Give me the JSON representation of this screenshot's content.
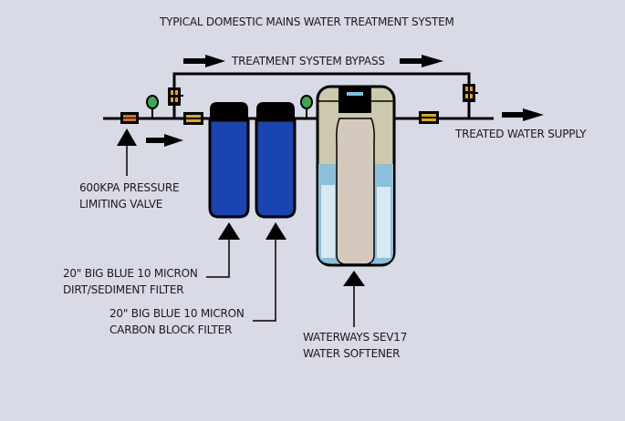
{
  "title": "TYPICAL DOMESTIC MAINS WATER TREATMENT SYSTEM",
  "bypass_label": "TREATMENT SYSTEM BYPASS",
  "outlet_label": "TREATED WATER SUPPLY",
  "components": {
    "pressure_valve": {
      "line1": "600KPA PRESSURE",
      "line2": "LIMITING VALVE"
    },
    "sediment_filter": {
      "line1": "20\" BIG BLUE 10 MICRON",
      "line2": "DIRT/SEDIMENT FILTER"
    },
    "carbon_filter": {
      "line1": "20\" BIG BLUE 10 MICRON",
      "line2": "CARBON BLOCK FILTER"
    },
    "softener": {
      "line1": "WATERWAYS SEV17",
      "line2": "WATER SOFTENER"
    }
  },
  "colors": {
    "background": "#d8dae6",
    "pipe": "#000000",
    "pressure_valve": "#d4702a",
    "isolation_valve": "#d9a917",
    "gauge": "#3fa84c",
    "filter_body": "#1a44b0",
    "softener_body": "#ccc9ad",
    "resin_tank": "#d5c8bd",
    "water": "#8cc0d8",
    "display": "#7ec3e0"
  }
}
